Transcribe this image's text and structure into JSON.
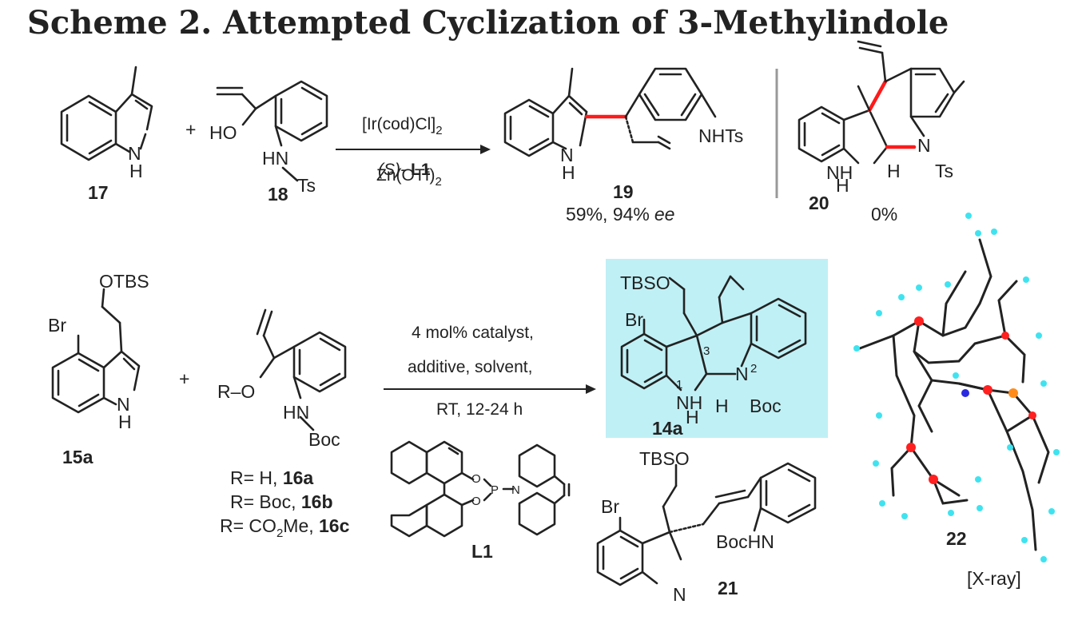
{
  "title": "Scheme 2. Attempted Cyclization of 3-Methylindole",
  "top_row": {
    "reactant_1": {
      "label": "17",
      "atoms": [
        "N",
        "H"
      ]
    },
    "plus": "+",
    "reactant_2": {
      "label": "18",
      "atoms": [
        "HO",
        "HN",
        "Ts"
      ]
    },
    "conditions": {
      "line1_main": "[Ir(cod)Cl]",
      "line1_sub": "2",
      "line2_paren": "(S)-",
      "line2_bold": "L1",
      "line3_main": "Zn(OTf)",
      "line3_sub": "2"
    },
    "product_1": {
      "label": "19",
      "atoms": [
        "N",
        "H",
        "NHTs"
      ],
      "yield_main": "59%, 94%",
      "yield_ee": "ee"
    },
    "product_2": {
      "label": "20",
      "atoms": [
        "N",
        "NH",
        "H",
        "Ts",
        "H"
      ],
      "yield": "0%"
    }
  },
  "bottom_row": {
    "reactant_1": {
      "label": "15a",
      "atoms": [
        "OTBS",
        "Br",
        "N",
        "H"
      ]
    },
    "plus": "+",
    "reactant_2": {
      "atoms": [
        "R–O",
        "HN",
        "Boc"
      ]
    },
    "r_groups": [
      {
        "prefix": "R= H, ",
        "label": "16a"
      },
      {
        "prefix": "R= Boc, ",
        "label": "16b"
      },
      {
        "prefix": "R= CO",
        "sub": "2",
        "suffix": "Me, ",
        "label": "16c"
      }
    ],
    "conditions": [
      "4 mol% catalyst,",
      "additive, solvent,",
      "RT, 12-24 h"
    ],
    "ligand": {
      "label": "L1",
      "atoms": [
        "O",
        "O",
        "P",
        "N"
      ]
    },
    "product_main": {
      "label": "14a",
      "atoms": [
        "TBSO",
        "Br",
        "3",
        "1",
        "NH",
        "H",
        "N",
        "2",
        "H",
        "Boc"
      ],
      "highlight_color": "#bff0f5"
    },
    "product_side": {
      "label": "21",
      "atoms": [
        "TBSO",
        "Br",
        "BocHN",
        "N"
      ]
    },
    "xray": {
      "label": "22",
      "caption": "[X-ray]"
    }
  }
}
